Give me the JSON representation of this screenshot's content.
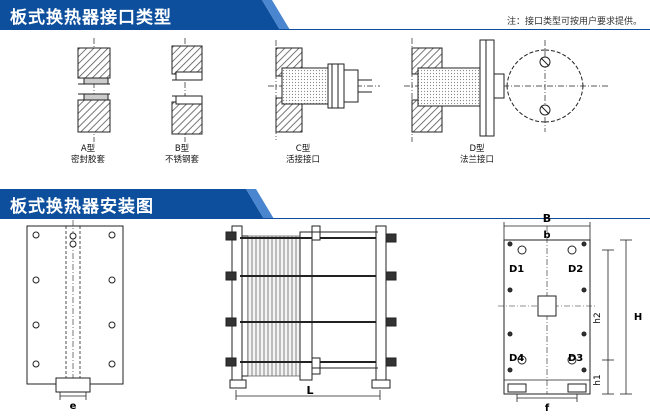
{
  "sections": {
    "interface": {
      "title": "板式换热器接口类型",
      "note": "注：接口类型可按用户要求提供。",
      "types": [
        {
          "code": "A型",
          "name": "密封胶套"
        },
        {
          "code": "B型",
          "name": "不锈钢套"
        },
        {
          "code": "C型",
          "name": "活接接口"
        },
        {
          "code": "D型",
          "name": "法兰接口"
        }
      ]
    },
    "install": {
      "title": "板式换热器安装图",
      "dims": {
        "e": "e",
        "L": "L",
        "B": "B",
        "b": "b",
        "H": "H",
        "h1": "h1",
        "h2": "h2",
        "f": "f",
        "D1": "D1",
        "D2": "D2",
        "D3": "D3",
        "D4": "D4"
      }
    }
  },
  "colors": {
    "banner": "#0d4f9c",
    "banner_accent": "#1f6fc4",
    "hatch": "#6a6a6a",
    "line": "#222222"
  }
}
